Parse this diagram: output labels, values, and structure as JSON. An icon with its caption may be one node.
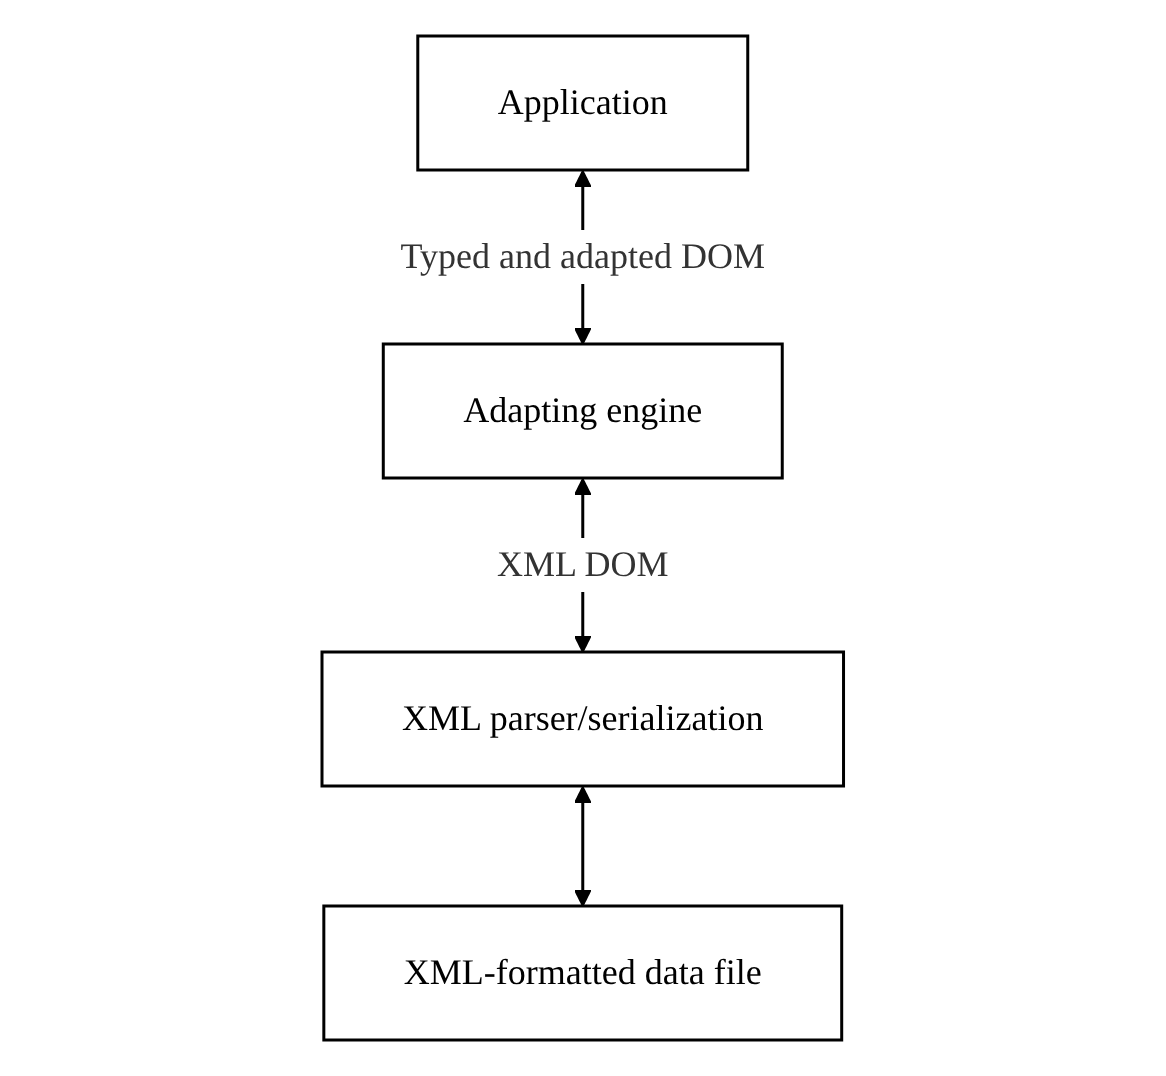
{
  "diagram": {
    "nodes": [
      {
        "text": [
          "Application"
        ]
      },
      {
        "text": [
          "Adapting engine"
        ]
      },
      {
        "text": [
          "XML parser/serialization"
        ]
      },
      {
        "text": [
          "XML-formatted data file"
        ]
      }
    ],
    "edges": [
      {
        "from": 0,
        "to": 1,
        "arrow": "both",
        "label": "Typed and adapted DOM"
      },
      {
        "from": 1,
        "to": 2,
        "arrow": "both",
        "label": "XML DOM"
      },
      {
        "from": 2,
        "to": 3,
        "arrow": "both"
      }
    ]
  }
}
